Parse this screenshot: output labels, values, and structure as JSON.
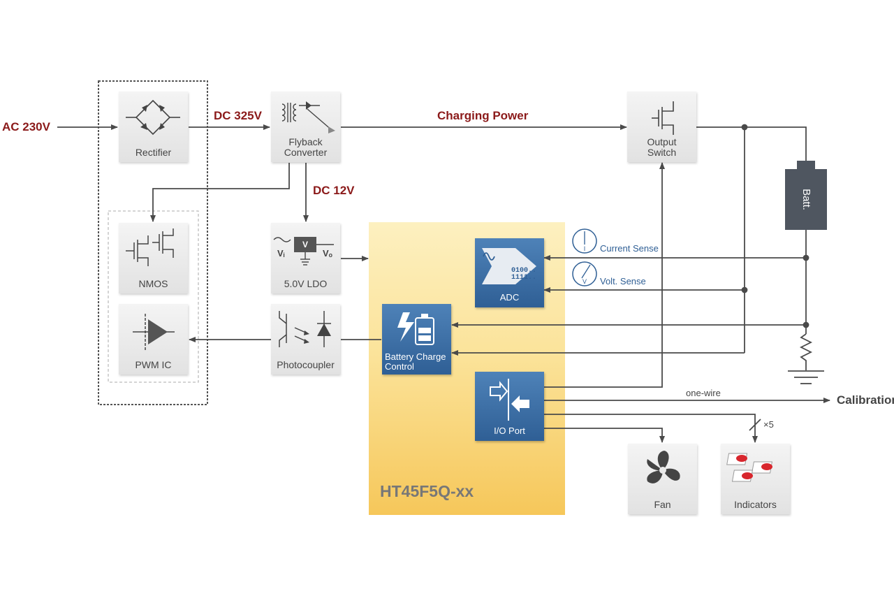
{
  "inputs": {
    "ac": "AC 230V",
    "dc325": "DC 325V",
    "charging": "Charging Power",
    "dc12": "DC 12V"
  },
  "blocks": {
    "rectifier": "Rectifier",
    "flyback": "Flyback\nConverter",
    "output_switch": "Output\nSwitch",
    "nmos": "NMOS",
    "ldo": "5.0V LDO",
    "pwm": "PWM IC",
    "photocoupler": "Photocoupler",
    "fan": "Fan",
    "indicators": "Indicators"
  },
  "ldo_symbols": {
    "vi": "Vᵢ",
    "v": "V",
    "vo": "Vₒ"
  },
  "mcu": {
    "name": "HT45F5Q-xx",
    "adc": "ADC",
    "adc_bits_1": "0100..",
    "adc_bits_2": "1111..",
    "bcc": "Battery Charge\nControl",
    "io": "I/O Port"
  },
  "battery": "Batt.",
  "sense": {
    "current": "Current Sense",
    "voltage": "Volt. Sense",
    "i_symbol": "I",
    "v_symbol": "V"
  },
  "io_labels": {
    "onewire": "one-wire",
    "calibration": "Calibration",
    "x5": "×5"
  },
  "colors": {
    "red_text": "#8b1a1a",
    "blue": "#2f5f95",
    "wire": "#4a4a4a",
    "mcu_yellow": "#f6c75a"
  }
}
